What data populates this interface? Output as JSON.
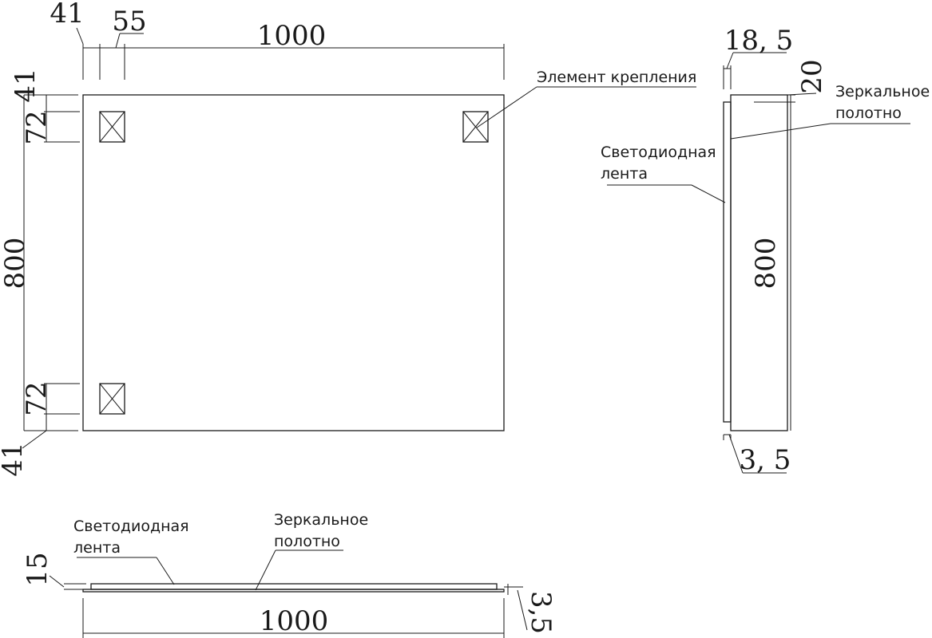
{
  "front_view": {
    "width_label": "1000",
    "height_label": "800",
    "offset_x_1": "41",
    "offset_x_2": "55",
    "offset_top": "41",
    "mount_height_top": "72",
    "mount_height_bottom": "72",
    "offset_bottom": "41",
    "mount_label": "Элемент крепления"
  },
  "side_view": {
    "thickness_label": "18, 5",
    "top_offset_label": "20",
    "height_label": "800",
    "bottom_label": "3, 5",
    "mirror_label_1": "Зеркальное",
    "mirror_label_2": "полотно",
    "led_label_1": "Светодиодная",
    "led_label_2": "лента"
  },
  "bottom_view": {
    "width_label": "1000",
    "thickness_label": "15",
    "offset_label": "3,5",
    "led_label_1": "Светодиодная",
    "led_label_2": "лента",
    "mirror_label_1": "Зеркальное",
    "mirror_label_2": "полотно"
  }
}
